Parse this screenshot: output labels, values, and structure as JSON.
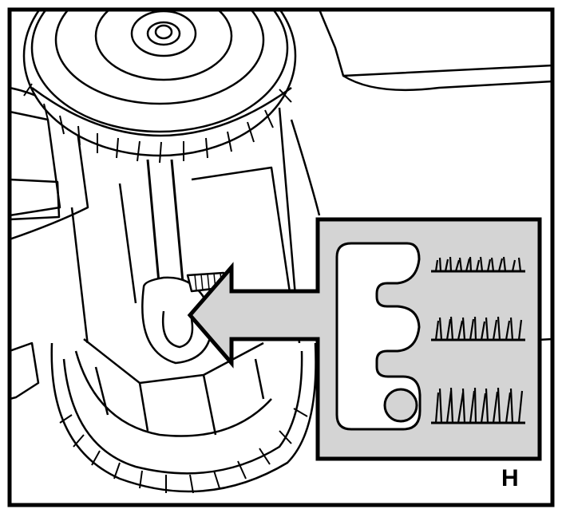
{
  "figure": {
    "panel_letter": "H",
    "colors": {
      "ink": "#000000",
      "paper": "#ffffff",
      "callout_fill": "#d4d4d4"
    },
    "icons": [
      "mower-wheel-icon",
      "height-adjust-lever-icon",
      "callout-arrow-icon",
      "cutting-height-gauge-icon",
      "grass-icon"
    ],
    "height_gauge": {
      "positions": [
        "low",
        "medium",
        "high"
      ],
      "selected": "high"
    }
  }
}
